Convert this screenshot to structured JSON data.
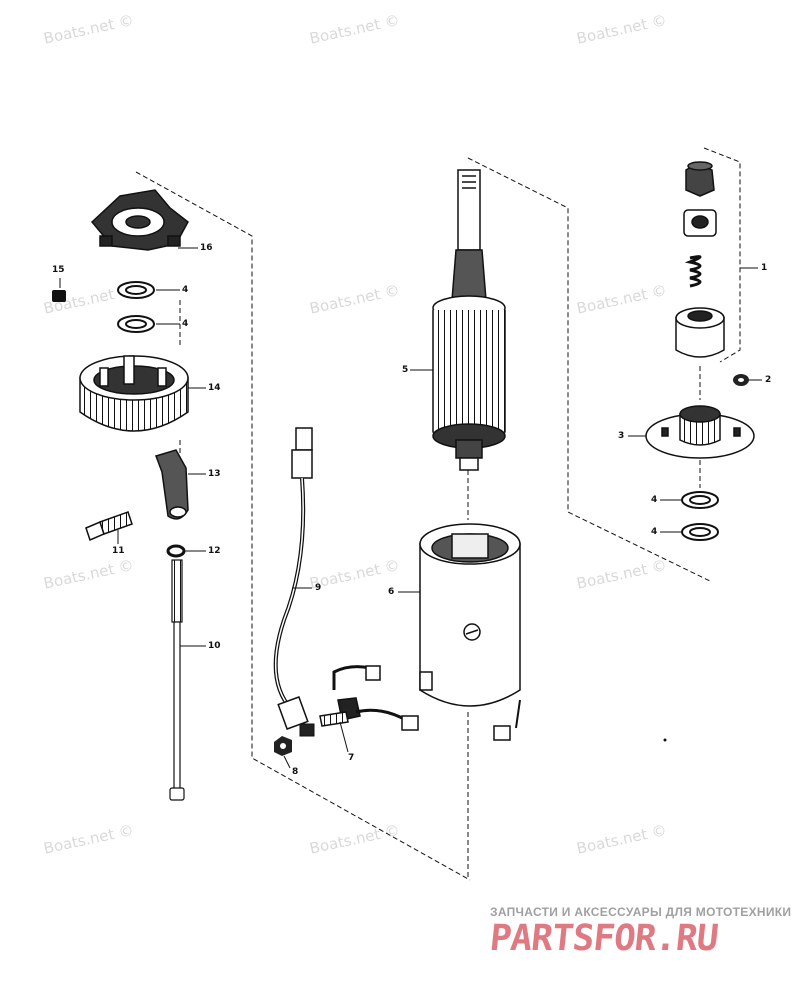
{
  "watermark": "Boats.net ©",
  "callouts": [
    "1",
    "2",
    "3",
    "4",
    "4",
    "4",
    "4",
    "5",
    "6",
    "7",
    "8",
    "9",
    "10",
    "11",
    "12",
    "13",
    "14",
    "15",
    "16"
  ],
  "colors": {
    "ink": "#111111",
    "watermark": "#d9d9d9",
    "brand_logo": "#e07a82",
    "brand_sub": "#a0a0a0"
  },
  "brand": {
    "subtitle": "ЗАПЧАСТИ И АКСЕССУАРЫ ДЛЯ МОТОТЕХНИКИ",
    "logo": "PARTSFOR.RU"
  }
}
